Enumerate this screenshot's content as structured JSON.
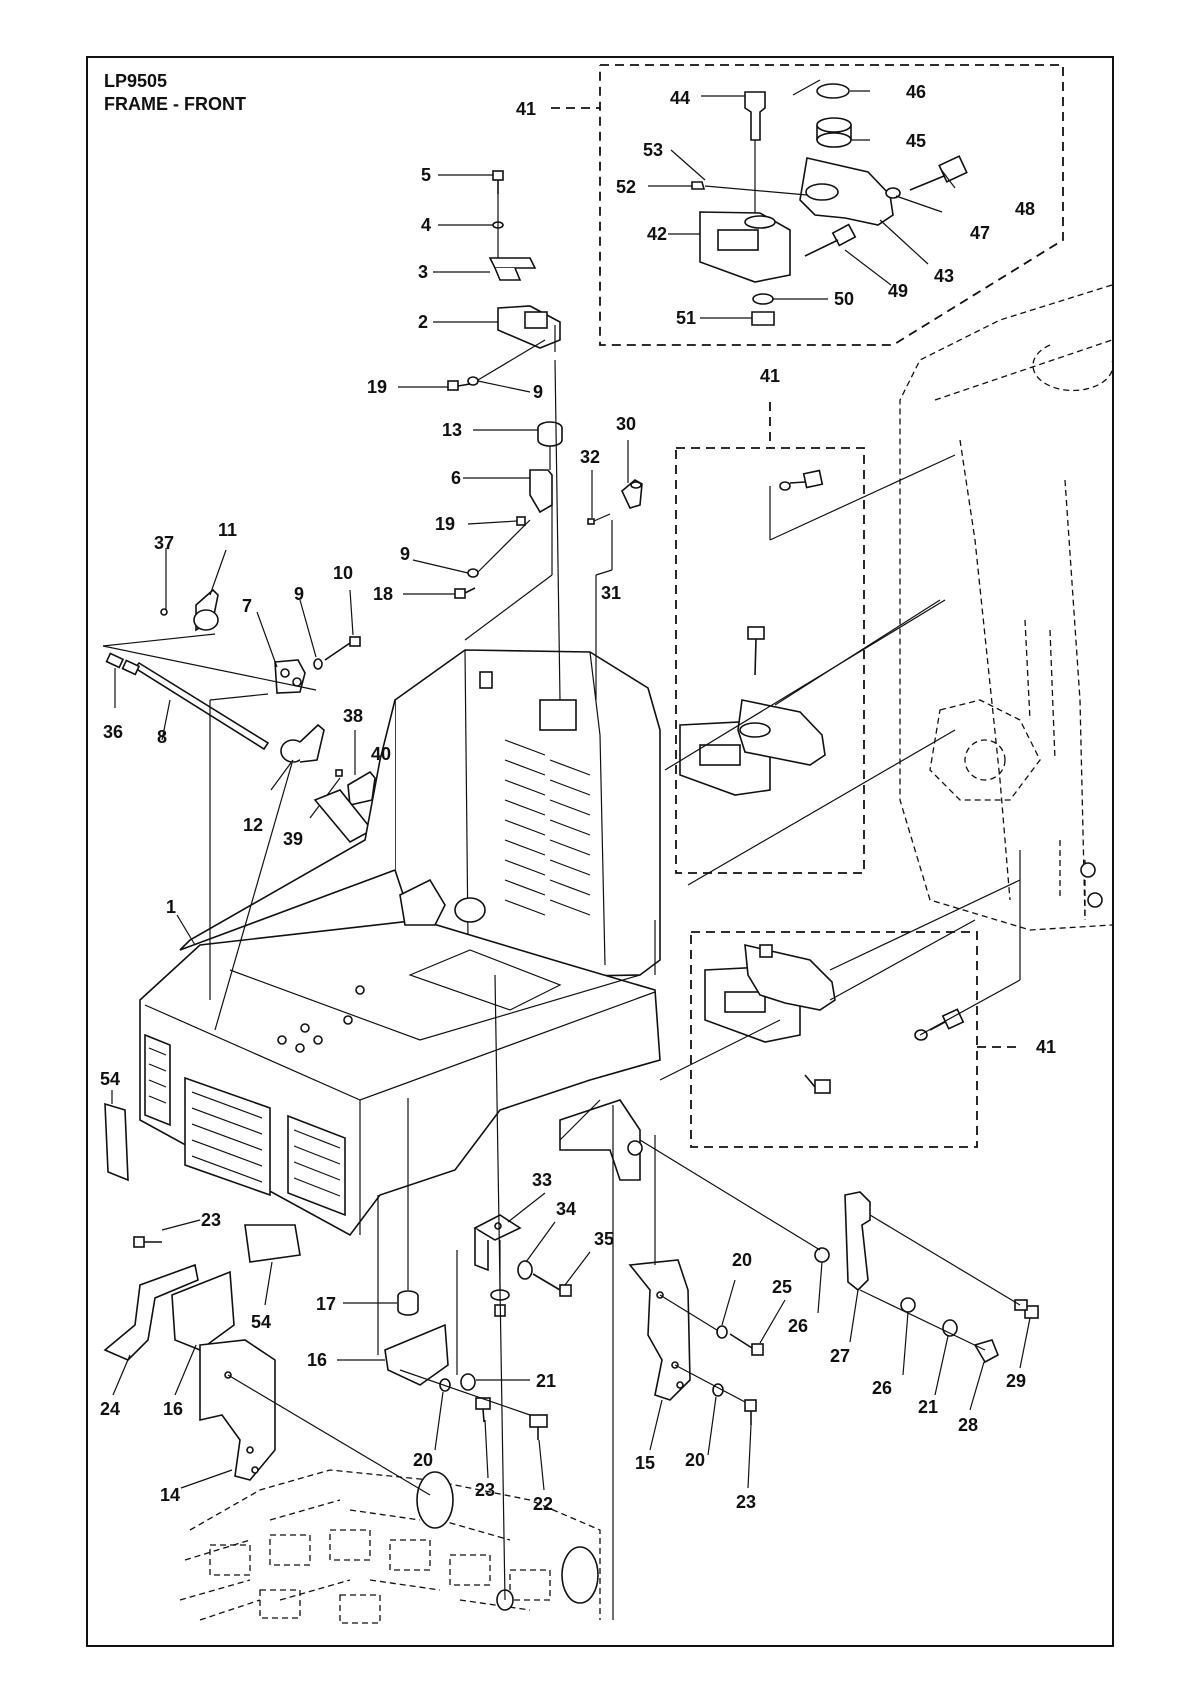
{
  "header": {
    "code": "LP9505",
    "title": "FRAME - FRONT"
  },
  "callouts": {
    "c1": "1",
    "c2": "2",
    "c3": "3",
    "c4": "4",
    "c5": "5",
    "c6": "6",
    "c7": "7",
    "c8": "8",
    "c9a": "9",
    "c9b": "9",
    "c9c": "9",
    "c10": "10",
    "c11": "11",
    "c12": "12",
    "c13": "13",
    "c14": "14",
    "c15": "15",
    "c16a": "16",
    "c16b": "16",
    "c17": "17",
    "c18": "18",
    "c19a": "19",
    "c19b": "19",
    "c20a": "20",
    "c20b": "20",
    "c20c": "20",
    "c21a": "21",
    "c21b": "21",
    "c22": "22",
    "c23a": "23",
    "c23b": "23",
    "c23c": "23",
    "c24": "24",
    "c25": "25",
    "c26a": "26",
    "c26b": "26",
    "c27": "27",
    "c28": "28",
    "c29": "29",
    "c30": "30",
    "c31": "31",
    "c32": "32",
    "c33": "33",
    "c34": "34",
    "c35": "35",
    "c36": "36",
    "c37": "37",
    "c38": "38",
    "c39": "39",
    "c40": "40",
    "c41a": "41",
    "c41b": "41",
    "c41c": "41",
    "c42": "42",
    "c43": "43",
    "c44": "44",
    "c45": "45",
    "c46": "46",
    "c47": "47",
    "c48": "48",
    "c49": "49",
    "c50": "50",
    "c51": "51",
    "c52": "52",
    "c53": "53",
    "c54a": "54",
    "c54b": "54"
  }
}
